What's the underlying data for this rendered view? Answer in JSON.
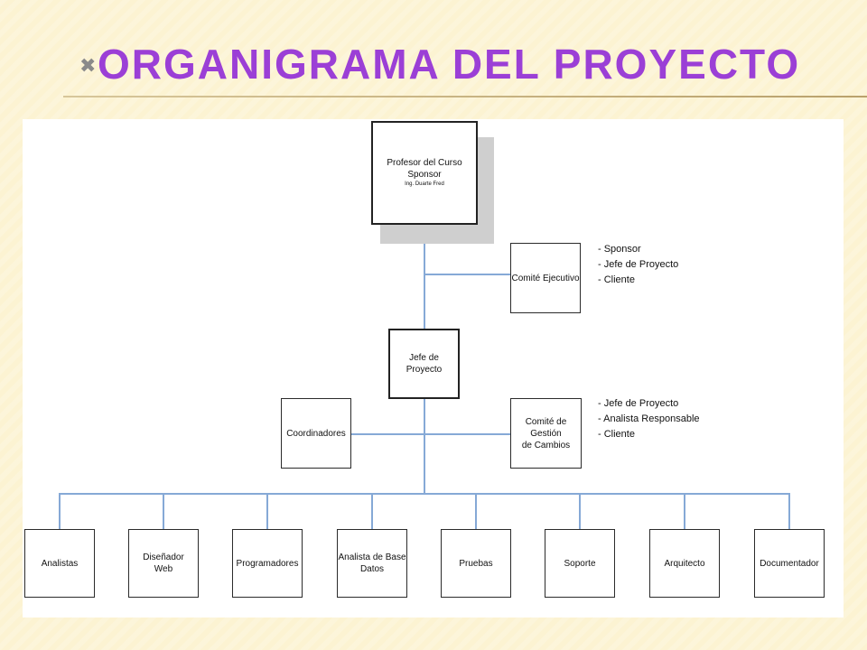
{
  "slide": {
    "title_mark": "✖",
    "title": "ORGANIGRAMA DEL PROYECTO"
  },
  "chart": {
    "sponsor": {
      "line1": "Profesor del Curso",
      "line2": "Sponsor",
      "line3": "Ing. Duarte Fred"
    },
    "comite_ejecutivo": {
      "label": "Comité Ejecutivo"
    },
    "comite_ejecutivo_members": [
      "- Sponsor",
      "- Jefe de Proyecto",
      "- Cliente"
    ],
    "jefe": {
      "label": "Jefe de Proyecto"
    },
    "coordinadores": {
      "label": "Coordinadores"
    },
    "comite_cambios": {
      "line1": "Comité de Gestión",
      "line2": "de Cambios"
    },
    "comite_cambios_members": [
      "- Jefe de Proyecto",
      "- Analista Responsable",
      "- Cliente"
    ],
    "teams": [
      {
        "line1": "Analistas",
        "line2": ""
      },
      {
        "line1": "Diseñador",
        "line2": "Web"
      },
      {
        "line1": "Programadores",
        "line2": ""
      },
      {
        "line1": "Analista de Base",
        "line2": "Datos"
      },
      {
        "line1": "Pruebas",
        "line2": ""
      },
      {
        "line1": "Soporte",
        "line2": ""
      },
      {
        "line1": "Arquitecto",
        "line2": ""
      },
      {
        "line1": "Documentador",
        "line2": ""
      }
    ]
  }
}
